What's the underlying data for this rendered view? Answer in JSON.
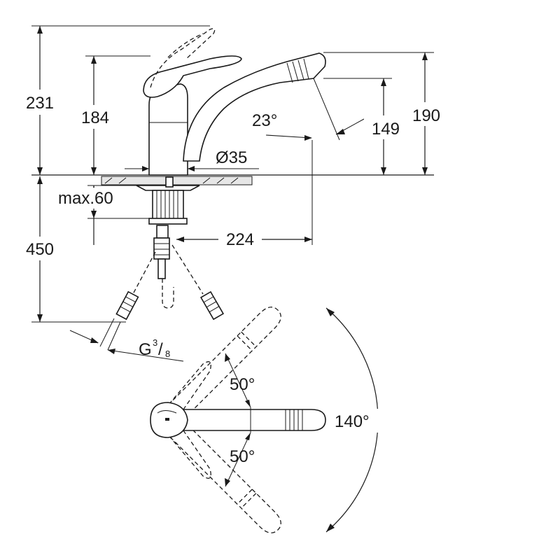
{
  "diagram": {
    "dimensions": {
      "total_height": "231",
      "handle_height": "184",
      "spout_height": "190",
      "spout_outlet_height": "149",
      "spout_angle": "23°",
      "base_diameter": "Ø35",
      "max_deck": "max.60",
      "below_deck": "450",
      "reach": "224",
      "thread": "G",
      "thread_num": "3",
      "thread_den": "8",
      "lever_angle_upper": "50°",
      "lever_angle_lower": "50°",
      "swivel_angle": "140°"
    }
  }
}
